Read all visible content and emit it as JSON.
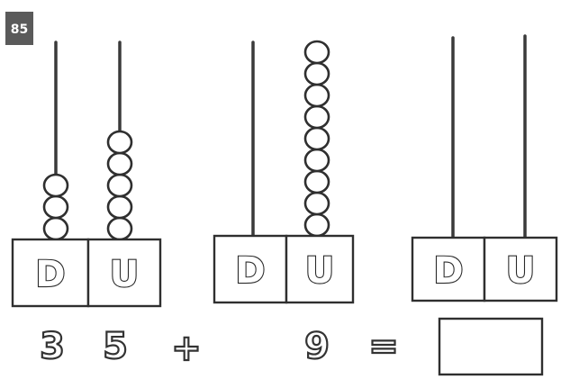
{
  "exercise_number": "85",
  "abacuses": [
    {
      "id": "abacus-1",
      "labels": [
        "D",
        "U"
      ],
      "beads": [
        3,
        5
      ]
    },
    {
      "id": "abacus-2",
      "labels": [
        "D",
        "U"
      ],
      "beads": [
        0,
        9
      ]
    },
    {
      "id": "abacus-3",
      "labels": [
        "D",
        "U"
      ],
      "beads": [
        0,
        0
      ]
    }
  ],
  "equation": {
    "first_tens": "3",
    "first_units": "5",
    "plus": "+",
    "second": "9",
    "equals": "=",
    "answer": ""
  }
}
